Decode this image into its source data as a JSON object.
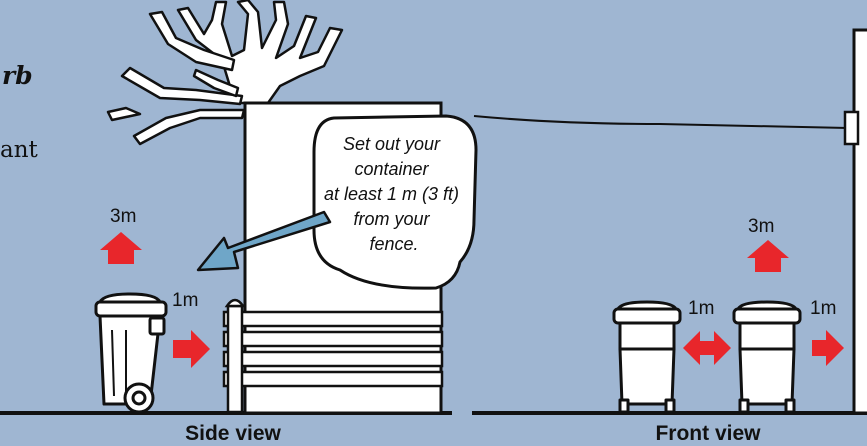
{
  "left_text": {
    "line1": "rb",
    "line2": "ant"
  },
  "callout": {
    "lines": [
      "Set out your",
      "container",
      "at least 1 m (3 ft)",
      "from your",
      "fence."
    ]
  },
  "side": {
    "top_clearance": "3m",
    "side_clearance": "1m",
    "caption": "Side view"
  },
  "front": {
    "top_clearance": "3m",
    "between_clearance": "1m",
    "side_clearance": "1m",
    "caption": "Front view"
  },
  "colors": {
    "background": "#9fb6d2",
    "arrow_red": "#e8262b",
    "callout_arrow": "#6fa6c8",
    "outline": "#111111"
  }
}
